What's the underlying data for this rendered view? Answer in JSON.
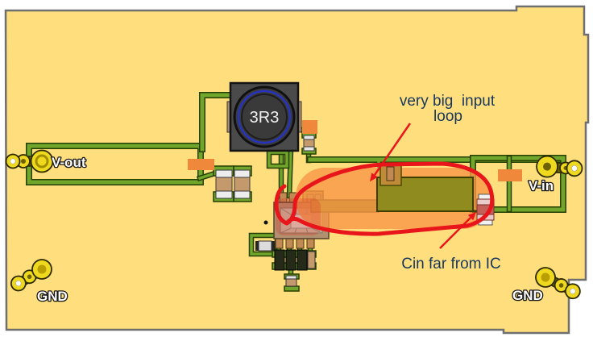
{
  "board": {
    "substrate_color": "#FFDF7D",
    "trace_color": "#71A62C",
    "labels": {
      "vout": "V-out",
      "vin": "V-in",
      "gnd_left": "GND",
      "gnd_right": "GND"
    },
    "inductor": {
      "value": "3R3"
    }
  },
  "annotations": {
    "loop_note_line1": "very big  input",
    "loop_note_line2": "loop",
    "cin_note": "Cin far from IC",
    "text_color": "#17375E",
    "loop_color": "#E8151A",
    "highlight_color": "#F79646"
  }
}
